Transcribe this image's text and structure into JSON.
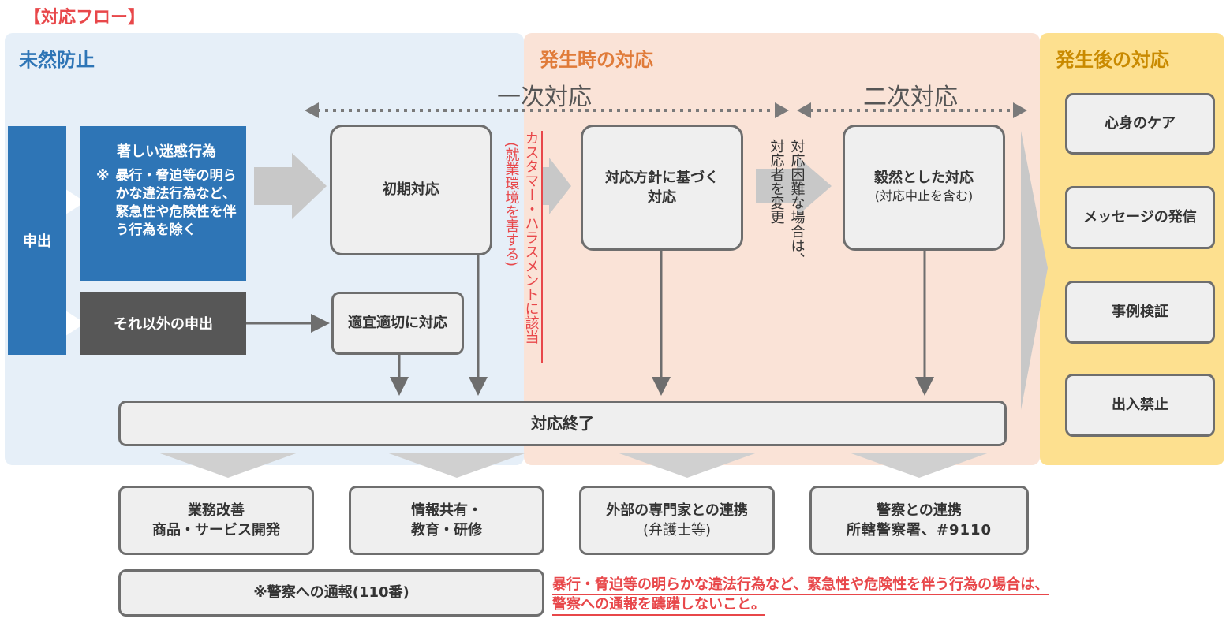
{
  "title": "【対応フロー】",
  "panels": {
    "prevention": "未然防止",
    "during": "発生時の対応",
    "after": "発生後の対応"
  },
  "phases": {
    "primary": "一次対応",
    "secondary": "二次対応"
  },
  "intake": {
    "label": "申出",
    "severe_title": "著しい迷惑行為",
    "severe_mark": "※",
    "severe_note": "暴行・脅迫等の明らかな違法行為など、緊急性や危険性を伴う行為を除く",
    "other": "それ以外の申出"
  },
  "nodes": {
    "initial": "初期対応",
    "appropriate": "適宜適切に対応",
    "policy_line1": "対応方針に基づく",
    "policy_line2": "対応",
    "firm_line1": "毅然とした対応",
    "firm_line2": "(対応中止を含む)",
    "end": "対応終了"
  },
  "vertical_labels": {
    "harassment_red": "カスタマー・ハラスメントに該当",
    "harassment_paren": "(就業環境を害する)",
    "difficult_col1": "対応困難な場合は、",
    "difficult_col2": "対応者を変更"
  },
  "after_items": [
    "心身のケア",
    "メッセージの発信",
    "事例検証",
    "出入禁止"
  ],
  "outcomes": [
    {
      "line1": "業務改善",
      "line2": "商品・サービス開発"
    },
    {
      "line1": "情報共有・",
      "line2": "教育・研修"
    },
    {
      "line1": "外部の専門家との連携",
      "line2": "(弁護士等)"
    },
    {
      "line1": "警察との連携",
      "line2": "所轄警察署、#9110"
    }
  ],
  "police_box": "※警察への通報(110番)",
  "police_note_line1": "暴行・脅迫等の明らかな違法行為など、緊急性や危険性を伴う行為の場合は、",
  "police_note_line2": "警察への通報を躊躇しないこと。",
  "colors": {
    "blue": "#2e75b6",
    "red": "#e8474a",
    "orange": "#e07b39",
    "yellow": "#fde08f",
    "dark": "#575757"
  }
}
